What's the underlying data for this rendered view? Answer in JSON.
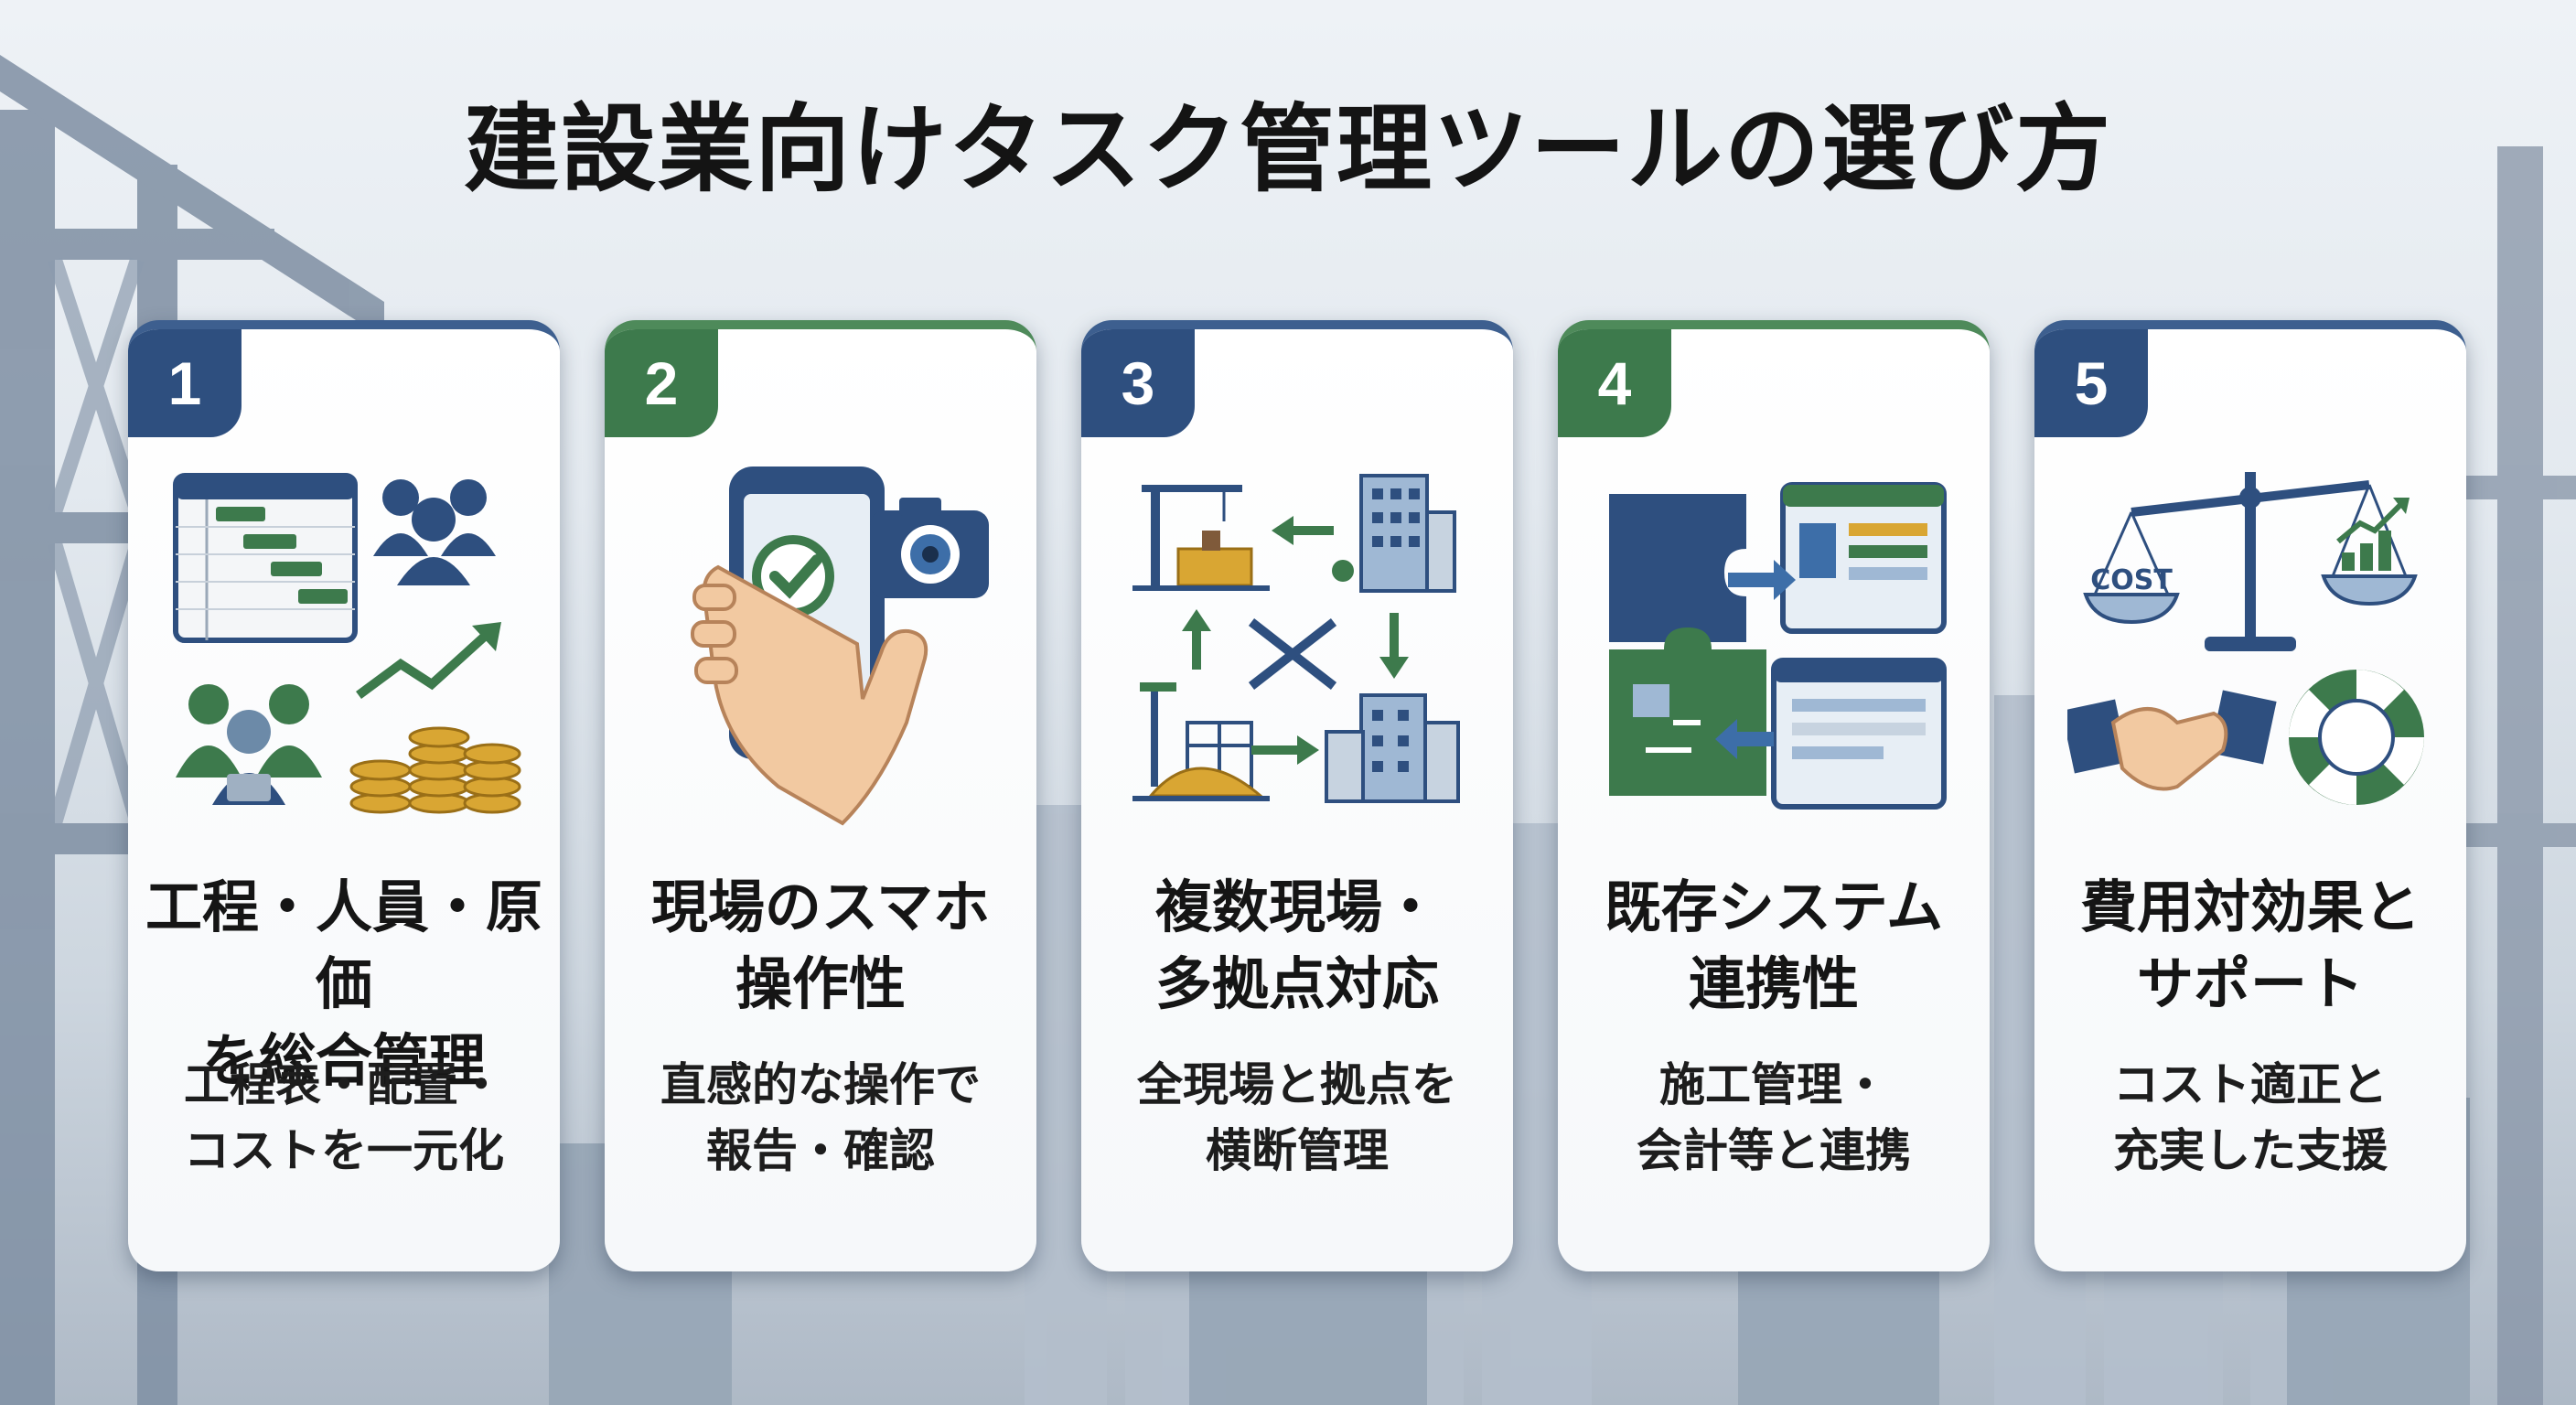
{
  "title": "建設業向けタスク管理ツールの選び方",
  "colors": {
    "navy": "#2e4f7f",
    "green": "#3d7a4c",
    "gold": "#d9a633",
    "skin": "#f2c9a1"
  },
  "cards": [
    {
      "number": "1",
      "accent": "navy",
      "icons": [
        "gantt-chart-icon",
        "team-icon",
        "worker-team-icon",
        "coins-growth-icon"
      ],
      "heading": [
        "工程・人員・原価",
        "を総合管理"
      ],
      "desc": [
        "工程表・配置・",
        "コストを一元化"
      ]
    },
    {
      "number": "2",
      "accent": "green",
      "icons": [
        "smartphone-check-icon",
        "camera-icon",
        "hand-icon"
      ],
      "heading": [
        "現場のスマホ",
        "操作性"
      ],
      "desc": [
        "直感的な操作で",
        "報告・確認"
      ]
    },
    {
      "number": "3",
      "accent": "navy",
      "icons": [
        "crane-site-icon",
        "office-building-icon",
        "construction-site-icon",
        "city-buildings-icon",
        "arrows-icon"
      ],
      "heading": [
        "複数現場・",
        "多拠点対応"
      ],
      "desc": [
        "全現場と拠点を",
        "横断管理"
      ]
    },
    {
      "number": "4",
      "accent": "green",
      "icons": [
        "puzzle-pieces-icon",
        "dashboard-window-icon",
        "report-window-icon"
      ],
      "heading": [
        "既存システム",
        "連携性"
      ],
      "desc": [
        "施工管理・",
        "会計等と連携"
      ]
    },
    {
      "number": "5",
      "accent": "navy",
      "icons": [
        "balance-scale-icon",
        "growth-chart-icon",
        "handshake-icon",
        "lifebuoy-icon"
      ],
      "cost_label": "COST",
      "heading": [
        "費用対効果と",
        "サポート"
      ],
      "desc": [
        "コスト適正と",
        "充実した支援"
      ]
    }
  ]
}
